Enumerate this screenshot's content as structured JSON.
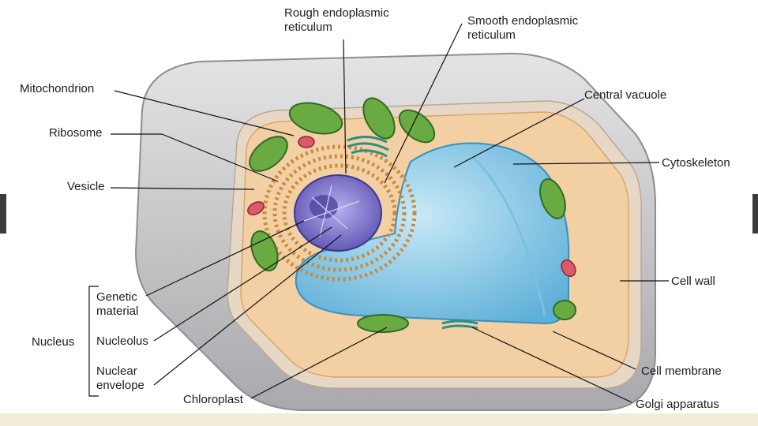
{
  "labels": {
    "rough_er": "Rough endoplasmic\nreticulum",
    "smooth_er": "Smooth endoplasmic\nreticulum",
    "mitochondrion": "Mitochondrion",
    "ribosome": "Ribosome",
    "vesicle": "Vesicle",
    "central_vacuole": "Central vacuole",
    "cytoskeleton": "Cytoskeleton",
    "cell_wall": "Cell wall",
    "genetic_material": "Genetic\nmaterial",
    "nucleus": "Nucleus",
    "nucleolus": "Nucleolus",
    "nuclear_envelope": "Nuclear\nenvelope",
    "chloroplast": "Chloroplast",
    "cell_membrane": "Cell membrane",
    "golgi_apparatus": "Golgi apparatus"
  },
  "colors": {
    "cell_wall": "#c9c9cb",
    "cytoplasm": "#f2d0a3",
    "vacuole": "#8ec9e6",
    "nucleus": "#7b73c8",
    "chloroplast": "#5e9e3d",
    "rough_er": "#c98a3c",
    "mitochondrion": "#c9485a",
    "leader_line": "#111111"
  }
}
